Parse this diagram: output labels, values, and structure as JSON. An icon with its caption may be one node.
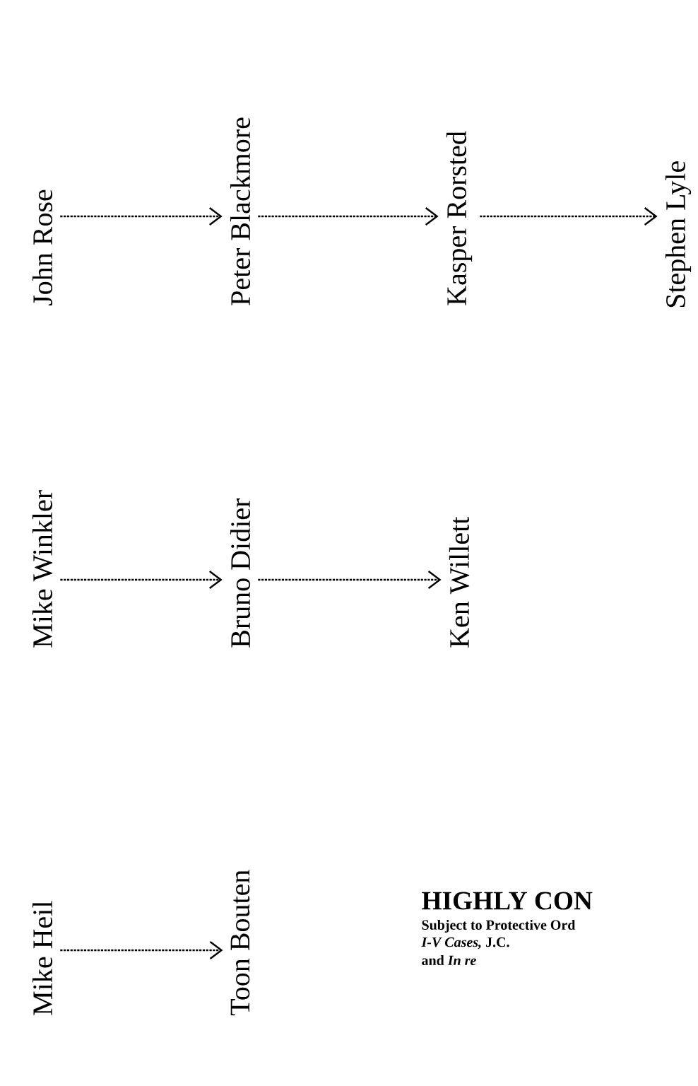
{
  "diagram": {
    "nodes": [
      {
        "text": [
          "John Rose"
        ]
      },
      {
        "text": [
          "Peter Blackmore"
        ]
      },
      {
        "text": [
          "Kasper Rorsted"
        ]
      },
      {
        "text": [
          "Stephen Lyle"
        ]
      },
      {
        "text": [
          "Mike Winkler"
        ]
      },
      {
        "text": [
          "Bruno Didier"
        ]
      },
      {
        "text": [
          "Ken Willett"
        ]
      },
      {
        "text": [
          "Mike Heil"
        ]
      },
      {
        "text": [
          "Toon Bouten"
        ]
      }
    ],
    "edges": [
      {
        "from": 0,
        "to": 1,
        "arrow": "to"
      },
      {
        "from": 1,
        "to": 2,
        "arrow": "to"
      },
      {
        "from": 2,
        "to": 3,
        "arrow": "to"
      },
      {
        "from": 4,
        "to": 5,
        "arrow": "to"
      },
      {
        "from": 5,
        "to": 6,
        "arrow": "to"
      },
      {
        "from": 7,
        "to": 8,
        "arrow": "to"
      }
    ],
    "labels": [
      "HIGHLY CON",
      "Subject to Protective Ord",
      "*I-V Cases,* J.C.",
      "and *In re*"
    ]
  }
}
